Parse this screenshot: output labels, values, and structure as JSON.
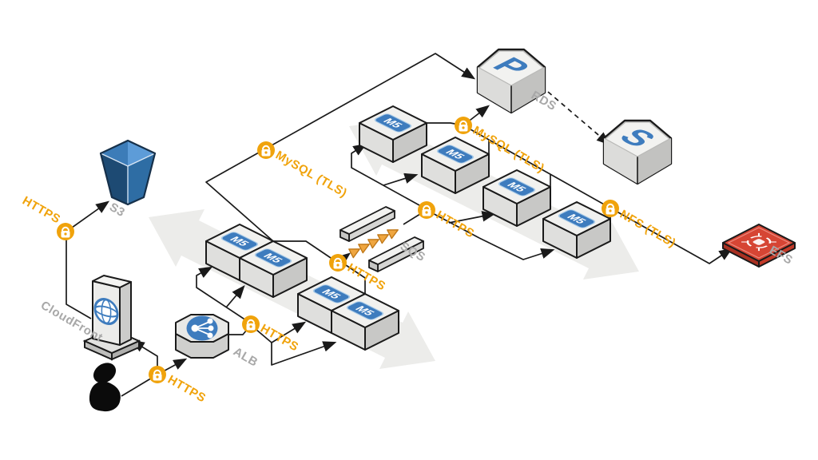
{
  "diagram": {
    "nodes": {
      "user": {
        "name": "user"
      },
      "cloudfront": {
        "label": "CloudFront"
      },
      "s3": {
        "label": "S3"
      },
      "alb": {
        "label": "ALB"
      },
      "sqs": {
        "label": "SQS"
      },
      "rds": {
        "label": "RDS",
        "primary_letter": "P",
        "standby_letter": "S"
      },
      "efs": {
        "label": "EFS"
      },
      "web_tier": {
        "instances": [
          "M5",
          "M5",
          "M5",
          "M5"
        ]
      },
      "app_tier": {
        "instances": [
          "M5",
          "M5",
          "M5",
          "M5"
        ]
      }
    },
    "edge_labels": {
      "https": "HTTPS",
      "mysql_tls": "MySQL (TLS)",
      "nfs_tls": "NFS (TLS)"
    },
    "colors": {
      "accent_orange": "#F0A30C",
      "instance_blue": "#3E7CBE",
      "bucket_blue": "#2E6DA4",
      "efs_red": "#D64534",
      "label_gray": "#A8A8A8",
      "line_dark": "#1A1A1A"
    }
  }
}
